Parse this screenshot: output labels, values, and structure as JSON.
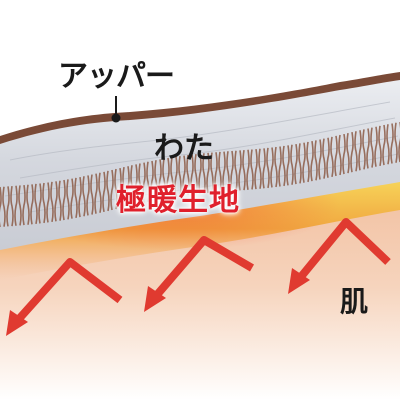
{
  "diagram": {
    "labels": {
      "upper": "アッパー",
      "batting": "わた",
      "warm_fabric": "極暖生地",
      "skin": "肌"
    },
    "colors": {
      "upper_layer": "#7a4a37",
      "batting_layer": "#dfe2e8",
      "fibers": "#8c5a45",
      "fabric_glow": "#f2c94c",
      "skin": "#f3c8ab",
      "arrows": "#e03a30",
      "warm_label": "#e0202c",
      "text": "#1a1a1a"
    }
  }
}
